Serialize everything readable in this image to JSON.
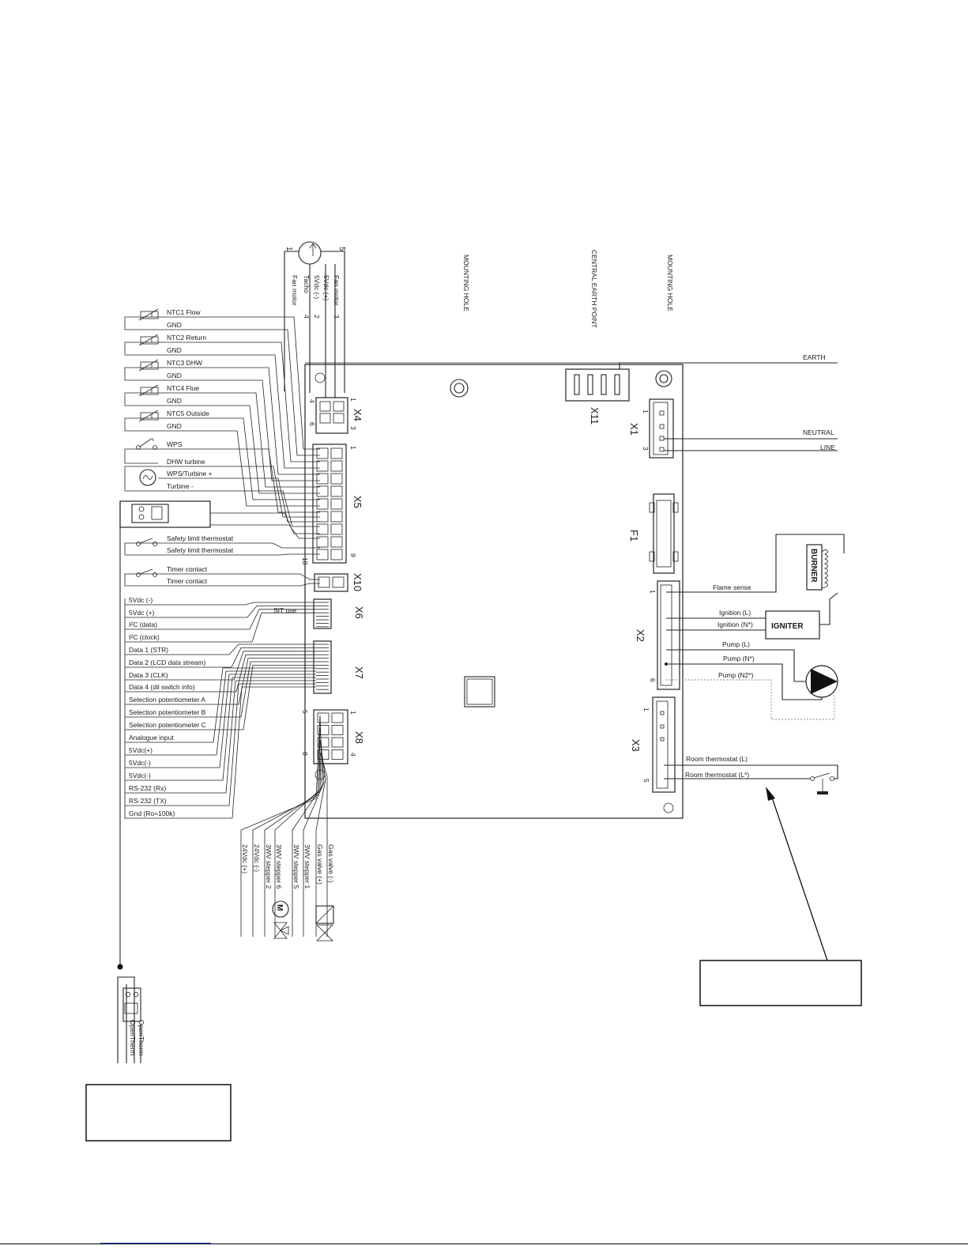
{
  "top_labels": {
    "mounting_hole_1": "MOUNTING HOLE",
    "central_earth_point": "CENTRAL EARTH POINT",
    "mounting_hole_2": "MOUNTING HOLE",
    "earth": "EARTH",
    "neutral": "NEUTRAL",
    "line": "LINE"
  },
  "fan": {
    "labels": [
      "Fan motor",
      "Tacho",
      "5Vdc (-)",
      "5Vdc (+)",
      "Fan motor"
    ],
    "pins": [
      "4",
      "2",
      "3"
    ],
    "end_pins": [
      "1",
      "5"
    ]
  },
  "connectors": {
    "x1": "X1",
    "x2": "X2",
    "x3": "X3",
    "x4": "X4",
    "x5": "X5",
    "x6": "X6",
    "x7": "X7",
    "x8": "X8",
    "x10": "X10",
    "x11": "X11",
    "f1": "F1"
  },
  "pin_numbers": {
    "x4_a": "4",
    "x4_b": "6",
    "x4_c": "1",
    "x4_d": "3",
    "x5_a": "1",
    "x5_b": "18",
    "x5_c": "9",
    "x8_a": "5",
    "x8_b": "8",
    "x8_c": "1",
    "x8_d": "4",
    "x1_a": "1",
    "x1_b": "3",
    "x2_a": "1",
    "x2_b": "6",
    "x3_a": "1",
    "x3_b": "5"
  },
  "left_labels": [
    "NTC1 Flow",
    "GND",
    "NTC2 Return",
    "GND",
    "NTC3 DHW",
    "GND",
    "NTC4 Flue",
    "GND",
    "NTC5 Outside",
    "GND",
    "WPS",
    "DHW turbine",
    "WPS/Turbine +",
    "Turbine -",
    "OpenTherm",
    "OpenTherm",
    "Safety limit thermostat",
    "Safety limit thermostat",
    "Timer contact",
    "Timer contact",
    "5Vdc (-)",
    "5Vdc (+)",
    "I²C (data)",
    "I²C (clock)",
    "Data 1 (STR)",
    "Data 2 (LCD data stream)",
    "Data 3 (CLK)",
    "Data 4 (dil switch info)",
    "Selection potentiometer A",
    "Selection potentiometer B",
    "Selection potentiometer C",
    "Analogue input",
    "5Vdc(+)",
    "5Vdc(-)",
    "5Vdc(-)",
    "RS-232 (Rx)",
    "RS-232 (TX)",
    "Gnd (Ro=100k)"
  ],
  "sit_use": "SIT use",
  "right_labels": {
    "flame_sense": "Flame sense",
    "ignition_l": "Ignition (L)",
    "ignition_n": "Ignition (N*)",
    "pump_l": "Pump (L)",
    "pump_n": "Pump (N*)",
    "pump_n2": "Pump (N2*)",
    "room_thermostat_l": "Room thermostat (L)",
    "room_thermostat_l2": "Room thermostat (L*)",
    "igniter": "IGNITER",
    "burner": "BURNER"
  },
  "bottom_labels": [
    "24Vdc (+)",
    "24Vdc (-)",
    "3WV stepper 2",
    "3WV stepper 6",
    "3WV stepper 5",
    "3WV stepper 1",
    "Gas valve (+)",
    "Gas valve (-)"
  ],
  "motor_symbol": "M",
  "opentherm_remote": [
    "OpenTherm",
    "OpenTherm"
  ]
}
